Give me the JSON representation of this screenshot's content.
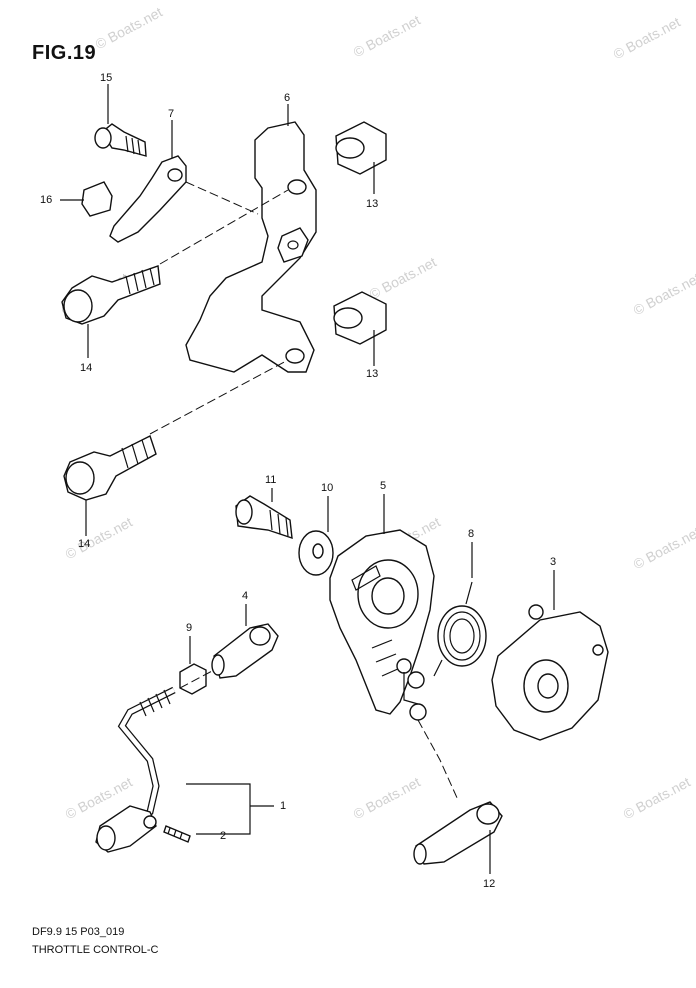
{
  "figure": {
    "title": "FIG.19"
  },
  "watermark": "© Boats.net",
  "footer": {
    "code": "DF9.9 15 P03_019",
    "title": "THROTTLE CONTROL-C"
  },
  "callouts": {
    "c1": "1",
    "c2": "2",
    "c3": "3",
    "c4": "4",
    "c5": "5",
    "c6": "6",
    "c7": "7",
    "c8": "8",
    "c9": "9",
    "c10": "10",
    "c11": "11",
    "c12": "12",
    "c13a": "13",
    "c13b": "13",
    "c14a": "14",
    "c14b": "14",
    "c15": "15",
    "c16": "16"
  }
}
